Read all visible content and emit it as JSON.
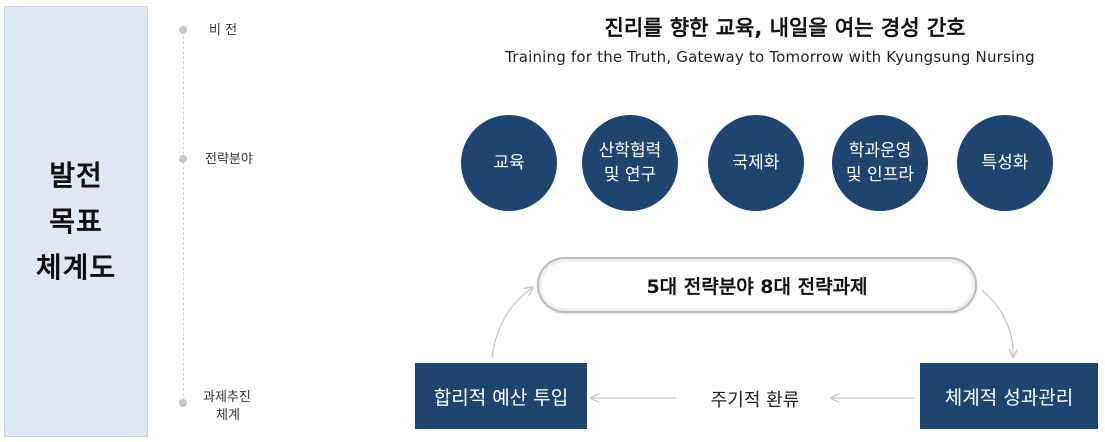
{
  "side_title": {
    "line1": "발전",
    "line2": "목표",
    "line3": "체계도"
  },
  "timeline": {
    "vision_label": "비 전",
    "strategy_label": "전략분야",
    "system_label_line1": "과제추진",
    "system_label_line2": "체계"
  },
  "vision": {
    "title": "진리를 향한 교육, 내일을 여는 경성 간호",
    "subtitle": "Training for the Truth, Gateway to Tomorrow with Kyungsung Nursing"
  },
  "strategy_areas": [
    "교육",
    "산학협력\n및 연구",
    "국제화",
    "학과운영\n및 인프라",
    "특성화"
  ],
  "strategy_tasks": "5대 전략분야 8대 전략과제",
  "cycle": {
    "left_box": "합리적 예산 투입",
    "right_box": "체계적 성과관리",
    "middle_label": "주기적 환류"
  },
  "colors": {
    "navy": "#1e4470",
    "side_panel": "#dfe7f3",
    "arrow_gray": "#c8c8c8"
  }
}
